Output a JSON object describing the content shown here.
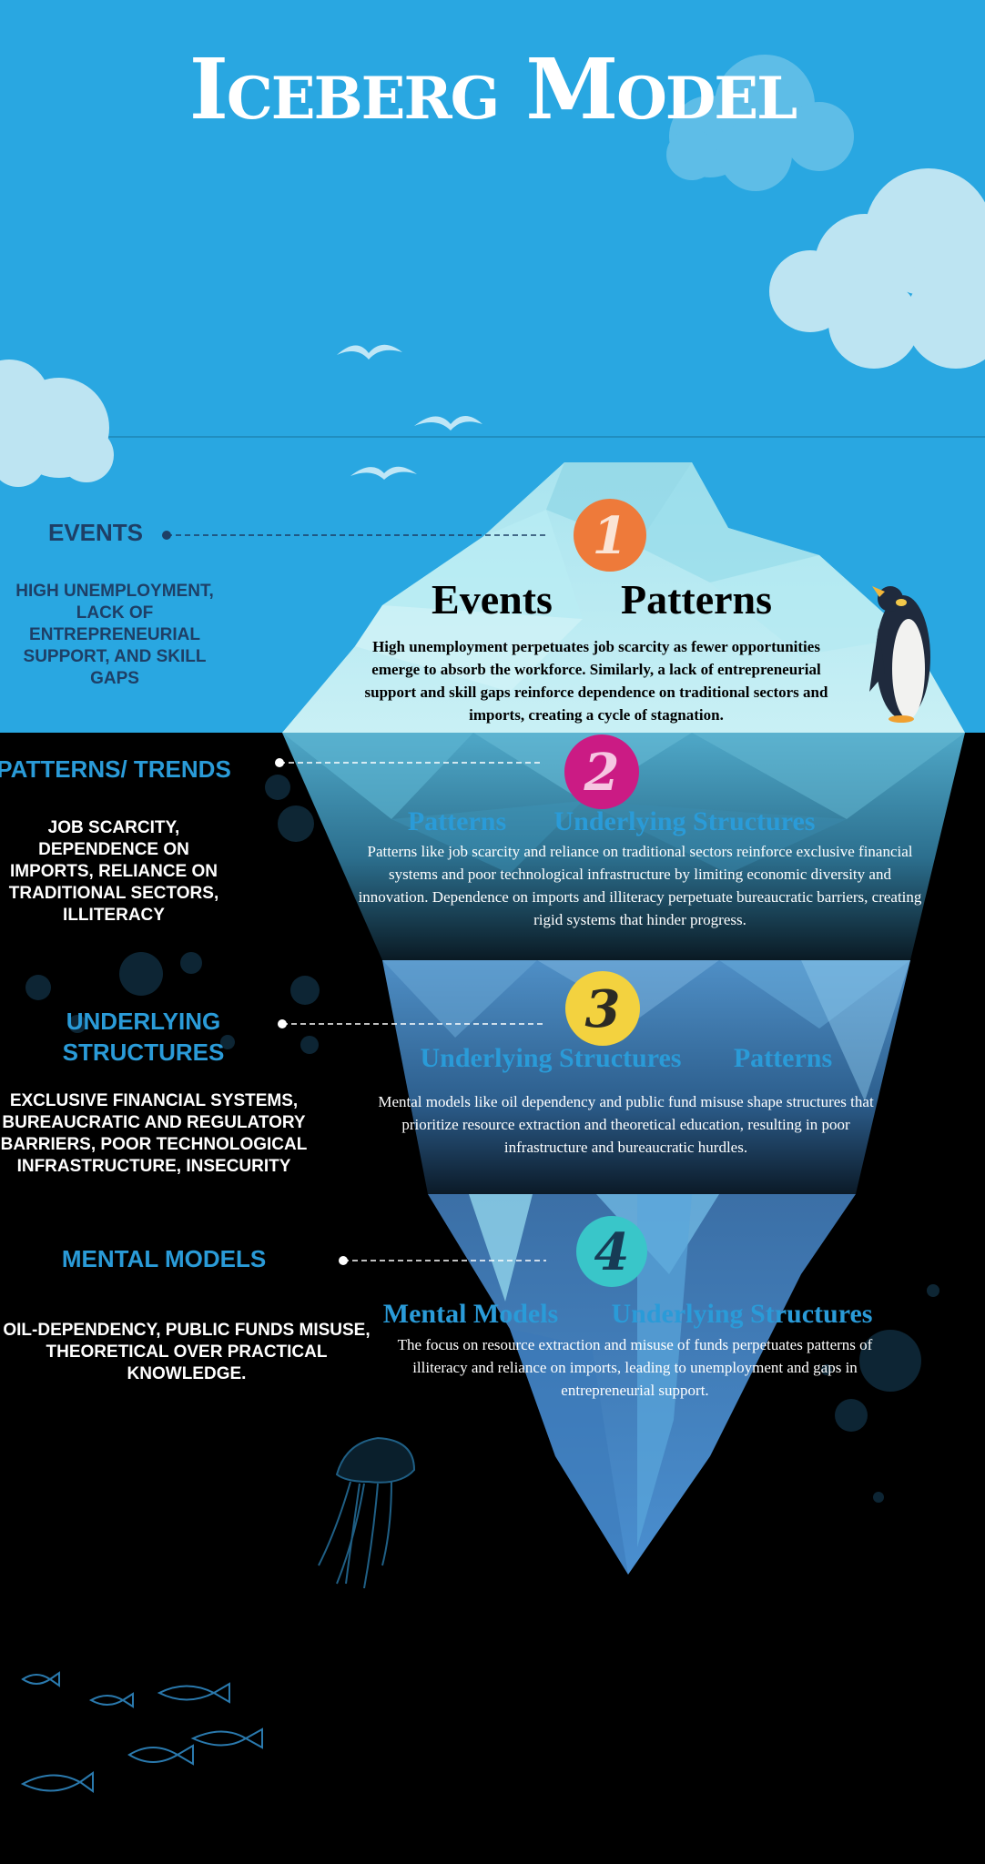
{
  "title": "Iceberg Model",
  "colors": {
    "sky": "#29a7e1",
    "sea": "#000000",
    "label_blue": "#2a9bd8",
    "label_dark": "#1e3f66",
    "num1": "#ee7a3a",
    "num2": "#cb1b84",
    "num3": "#f3d23f",
    "num4": "#39c6c9"
  },
  "levels": [
    {
      "number": "1",
      "label": "EVENTS",
      "description": "HIGH UNEMPLOYMENT, LACK OF ENTREPRENEURIAL SUPPORT, AND SKILL GAPS",
      "heading_left": "Events",
      "heading_right": "Patterns",
      "text": "High unemployment perpetuates job scarcity as fewer opportunities emerge to absorb the workforce. Similarly, a lack of entrepreneurial support and skill gaps reinforce dependence on traditional sectors and imports, creating a cycle of stagnation."
    },
    {
      "number": "2",
      "label": "PATTERNS/ TRENDS",
      "description": "JOB SCARCITY, DEPENDENCE ON IMPORTS, RELIANCE ON TRADITIONAL SECTORS, ILLITERACY",
      "heading_left": "Patterns",
      "heading_right": "Underlying Structures",
      "text": "Patterns like job scarcity and reliance on traditional sectors reinforce exclusive financial systems and poor technological infrastructure by limiting economic diversity and innovation. Dependence on imports and illiteracy perpetuate bureaucratic barriers, creating rigid systems that hinder progress."
    },
    {
      "number": "3",
      "label": "UNDERLYING STRUCTURES",
      "description": "EXCLUSIVE FINANCIAL SYSTEMS, BUREAUCRATIC AND REGULATORY BARRIERS, POOR TECHNOLOGICAL INFRASTRUCTURE, INSECURITY",
      "heading_left": "Underlying Structures",
      "heading_right": "Patterns",
      "text": "Mental models like oil dependency and public fund misuse shape structures that prioritize resource extraction and theoretical education, resulting in poor infrastructure and bureaucratic hurdles."
    },
    {
      "number": "4",
      "label": "MENTAL MODELS",
      "description": "OIL-DEPENDENCY, PUBLIC FUNDS MISUSE, THEORETICAL OVER PRACTICAL KNOWLEDGE.",
      "heading_left": "Mental Models",
      "heading_right": "Underlying Structures",
      "text": "The focus on resource extraction and misuse of funds perpetuates patterns of illiteracy and reliance on imports, leading to unemployment and gaps in entrepreneurial support."
    }
  ],
  "icons": [
    "cloud-icon",
    "bird-icon",
    "penguin-icon",
    "jellyfish-icon",
    "fish-icon",
    "bubble-icon"
  ]
}
